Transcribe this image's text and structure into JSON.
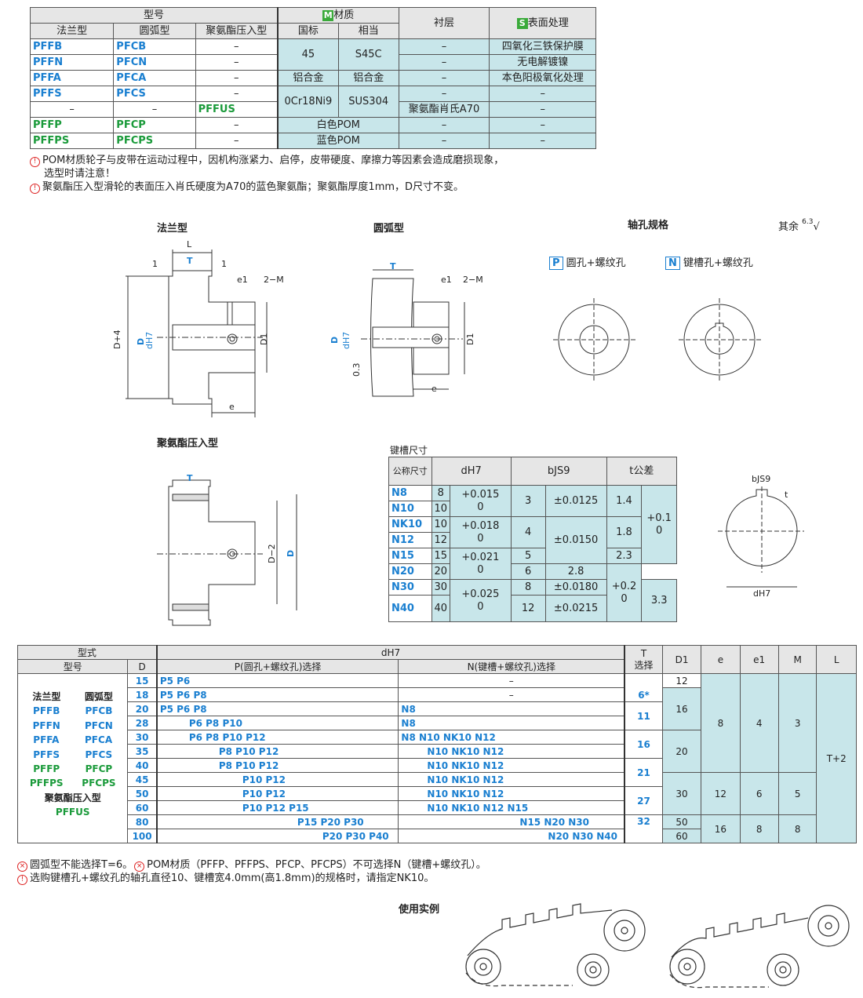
{
  "top_table": {
    "h_model": "型号",
    "h_material": "材质",
    "h_lining": "衬层",
    "h_surface": "表面处理",
    "tag_m": "M",
    "tag_s": "S",
    "h_flange": "法兰型",
    "h_arc": "圆弧型",
    "h_pu": "聚氨酯压入型",
    "h_gb": "国标",
    "h_equiv": "相当",
    "rows": [
      {
        "flange": "PFFB",
        "arc": "PFCB",
        "pu": "–",
        "gb": "45",
        "eq": "S45C",
        "lining": "–",
        "surface": "四氧化三铁保护膜"
      },
      {
        "flange": "PFFN",
        "arc": "PFCN",
        "pu": "–",
        "lining": "–",
        "surface": "无电解镀镍"
      },
      {
        "flange": "PFFA",
        "arc": "PFCA",
        "pu": "–",
        "gb": "铝合金",
        "eq": "铝合金",
        "lining": "–",
        "surface": "本色阳极氧化处理"
      },
      {
        "flange": "PFFS",
        "arc": "PFCS",
        "pu": "–",
        "gb": "0Cr18Ni9",
        "eq": "SUS304",
        "lining": "–",
        "surface": "–"
      },
      {
        "flange": "–",
        "arc": "–",
        "pu": "PFFUS",
        "lining": "聚氨酯肖氏A70",
        "surface": "–"
      },
      {
        "flange": "PFFP",
        "arc": "PFCP",
        "pu": "–",
        "mat": "白色POM",
        "lining": "–",
        "surface": "–"
      },
      {
        "flange": "PFFPS",
        "arc": "PFCPS",
        "pu": "–",
        "mat": "蓝色POM",
        "lining": "–",
        "surface": "–"
      }
    ]
  },
  "notes_top": [
    "POM材质轮子与皮带在运动过程中，因机构涨紧力、启停，皮带硬度、摩擦力等因素会造成磨损现象，",
    "选型时请注意！",
    "聚氨酯压入型滑轮的表面压入肖氏硬度为A70的蓝色聚氨酯；聚氨酯厚度1mm，D尺寸不变。"
  ],
  "drawings": {
    "flange_title": "法兰型",
    "arc_title": "圆弧型",
    "bore_title": "轴孔规格",
    "roughness": "其余",
    "roughness_val": "6.3",
    "p_tag": "P",
    "p_label": "圆孔+螺纹孔",
    "n_tag": "N",
    "n_label": "键槽孔+螺纹孔",
    "pu_title": "聚氨酯压入型",
    "dim_L": "L",
    "dim_T": "T",
    "dim_1": "1",
    "dim_e1": "e1",
    "dim_2M": "2−M",
    "dim_D4": "D+4",
    "dim_D": "D",
    "dim_dH7": "dH7",
    "dim_D1": "D1",
    "dim_e": "e",
    "dim_03": "0.3",
    "dim_D2": "D−2",
    "dim_bJS9": "bJS9",
    "dim_t": "t"
  },
  "keyway": {
    "title": "键槽尺寸",
    "h_nominal": "公称尺寸",
    "h_d": "dH7",
    "h_b": "bJS9",
    "h_t": "t公差",
    "rows": [
      {
        "code": "N8",
        "d": "8"
      },
      {
        "code": "N10",
        "d": "10"
      },
      {
        "code": "NK10",
        "d": "10"
      },
      {
        "code": "N12",
        "d": "12"
      },
      {
        "code": "N15",
        "d": "15"
      },
      {
        "code": "N20",
        "d": "20"
      },
      {
        "code": "N30",
        "d": "30"
      },
      {
        "code": "N40",
        "d": "40"
      }
    ],
    "tol_d": [
      "+0.015",
      "0",
      "+0.018",
      "0",
      "+0.021",
      "0",
      "+0.025",
      "0"
    ],
    "b": [
      "3",
      "4",
      "5",
      "6",
      "8",
      "12"
    ],
    "tol_b": [
      "±0.0125",
      "±0.0150",
      "±0.0180",
      "±0.0215"
    ],
    "t": [
      "1.4",
      "1.8",
      "2.3",
      "2.8",
      "3.3"
    ],
    "tol_t": [
      "+0.1",
      "0",
      "+0.2",
      "0"
    ]
  },
  "selection": {
    "h_form": "型式",
    "h_model": "型号",
    "h_D": "D",
    "h_dH7": "dH7",
    "h_P": "P(圆孔+螺纹孔)选择",
    "h_N": "N(键槽+螺纹孔)选择",
    "h_T": "T",
    "h_T2": "选择",
    "h_D1": "D1",
    "h_e": "e",
    "h_e1": "e1",
    "h_M": "M",
    "h_L": "L",
    "left": {
      "flange": "法兰型",
      "arc": "圆弧型",
      "pairs": [
        [
          "PFFB",
          "PFCB"
        ],
        [
          "PFFN",
          "PFCN"
        ],
        [
          "PFFA",
          "PFCA"
        ],
        [
          "PFFS",
          "PFCS"
        ],
        [
          "PFFP",
          "PFCP"
        ],
        [
          "PFFPS",
          "PFCPS"
        ]
      ],
      "pu": "聚氨酯压入型",
      "pu_code": "PFFUS"
    },
    "rows": [
      {
        "D": "15",
        "P": "P5   P6",
        "N": "–"
      },
      {
        "D": "18",
        "P": "P5   P6   P8",
        "N": "–"
      },
      {
        "D": "20",
        "P": "P5   P6   P8",
        "N": "N8"
      },
      {
        "D": "28",
        "P": "P6   P8   P10",
        "N": "N8"
      },
      {
        "D": "30",
        "P": "P6   P8   P10  P12",
        "N": "N8   N10   NK10   N12"
      },
      {
        "D": "35",
        "P": "P8   P10  P12",
        "N": "N10   NK10   N12"
      },
      {
        "D": "40",
        "P": "P8   P10  P12",
        "N": "N10   NK10   N12"
      },
      {
        "D": "45",
        "P": "P10  P12",
        "N": "N10   NK10   N12"
      },
      {
        "D": "50",
        "P": "P10  P12",
        "N": "N10   NK10   N12"
      },
      {
        "D": "60",
        "P": "P10  P12  P15",
        "N": "N10   NK10   N12   N15"
      },
      {
        "D": "80",
        "P": "P15  P20  P30",
        "N": "N15   N20   N30"
      },
      {
        "D": "100",
        "P": "P20  P30  P40",
        "N": "N20   N30   N40"
      }
    ],
    "T_vals": [
      "6*",
      "11",
      "16",
      "21",
      "27",
      "32"
    ],
    "D1_vals": [
      "12",
      "16",
      "20",
      "30",
      "50",
      "60"
    ],
    "e_vals": [
      "8",
      "12",
      "16"
    ],
    "e1_vals": [
      "4",
      "6",
      "8"
    ],
    "M_vals": [
      "3",
      "5",
      "8"
    ],
    "L_val": "T+2"
  },
  "notes_bottom": [
    "圆弧型不能选择T=6。",
    "POM材质（PFFP、PFFPS、PFCP、PFCPS）不可选择N（键槽+螺纹孔）。",
    "选购键槽孔+螺纹孔的轴孔直径10、键槽宽4.0mm(高1.8mm)的规格时，请指定NK10。"
  ],
  "usage_title": "使用实例",
  "colors": {
    "blue": "#1a7fd0",
    "green": "#1a9a3a",
    "cyan": "#c8e6ea",
    "header": "#e6e6e6"
  }
}
